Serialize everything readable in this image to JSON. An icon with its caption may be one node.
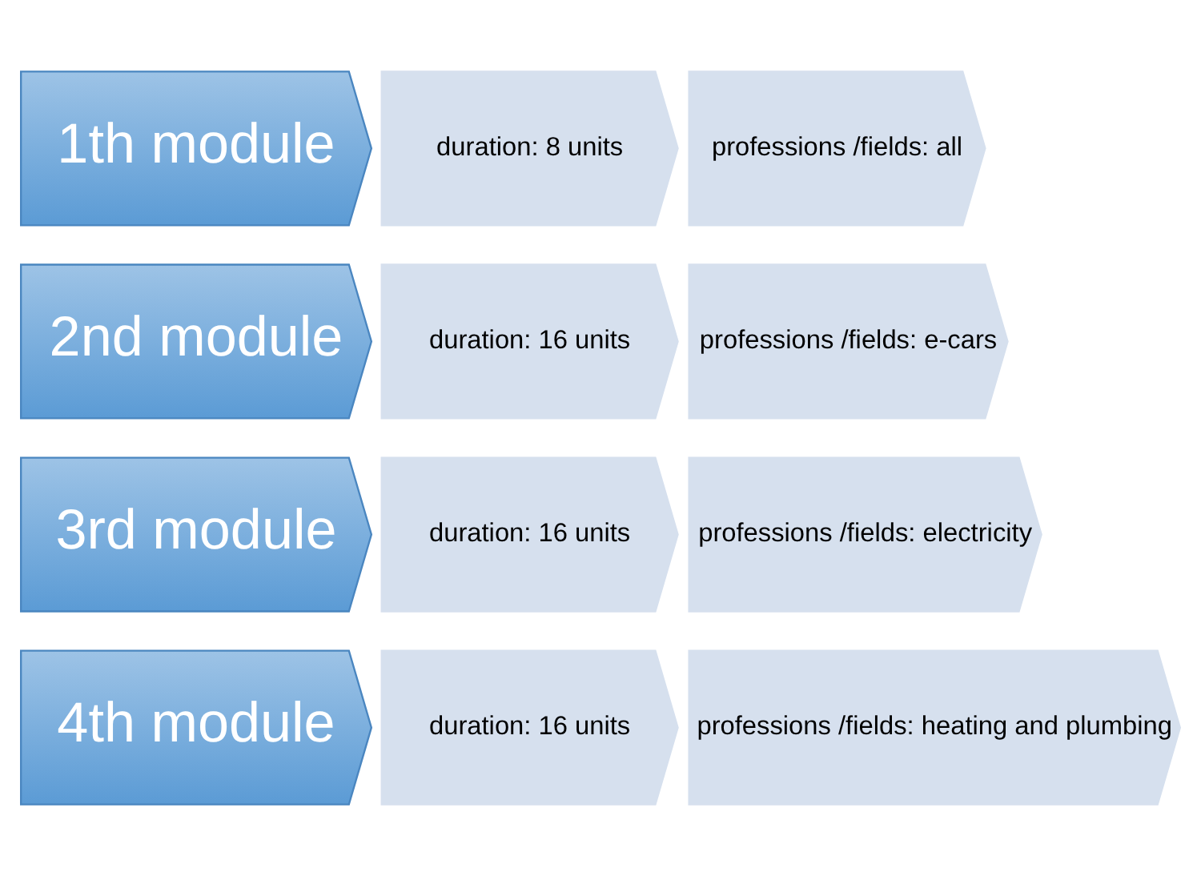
{
  "diagram": {
    "nodes": [
      {
        "text": [
          "1th module"
        ]
      },
      {
        "text": [
          "duration: 8 units"
        ]
      },
      {
        "text": [
          "professions /fields: all"
        ]
      },
      {
        "text": [
          "2nd module"
        ]
      },
      {
        "text": [
          "duration: 16 units"
        ]
      },
      {
        "text": [
          "professions /fields: e-cars"
        ]
      },
      {
        "text": [
          "3rd module"
        ]
      },
      {
        "text": [
          "duration: 16 units"
        ]
      },
      {
        "text": [
          "professions /fields: electricity"
        ]
      },
      {
        "text": [
          "4th module"
        ]
      },
      {
        "text": [
          "duration: 16 units"
        ]
      },
      {
        "text": [
          "professions /fields: heating and plumbing"
        ]
      }
    ],
    "edges": []
  }
}
